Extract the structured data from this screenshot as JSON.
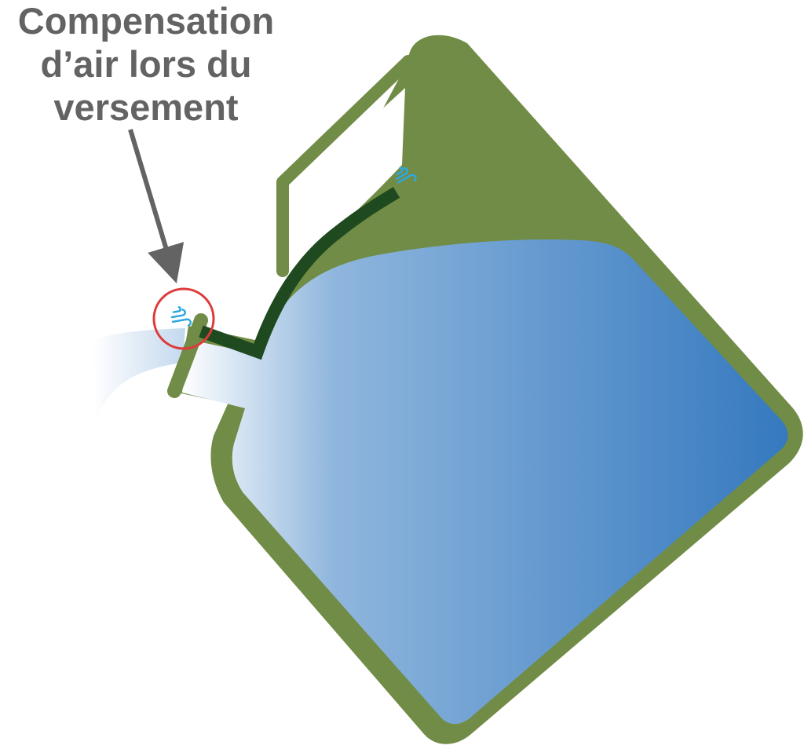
{
  "callout": {
    "lines": [
      "Compensation",
      "d’air lors du",
      "versement"
    ]
  },
  "colors": {
    "canister_green": "#718c46",
    "hose_dark_green": "#1f4a1f",
    "liquid_blue_dark": "#3579bf",
    "liquid_blue_light": "#8fb6dd",
    "highlight_circle": "#de3a3a",
    "air_symbol": "#2fa8e0",
    "label_gray": "#636363"
  },
  "icons": {
    "spout_air": "air-flow-icon",
    "hose_end_air": "air-flow-icon"
  }
}
